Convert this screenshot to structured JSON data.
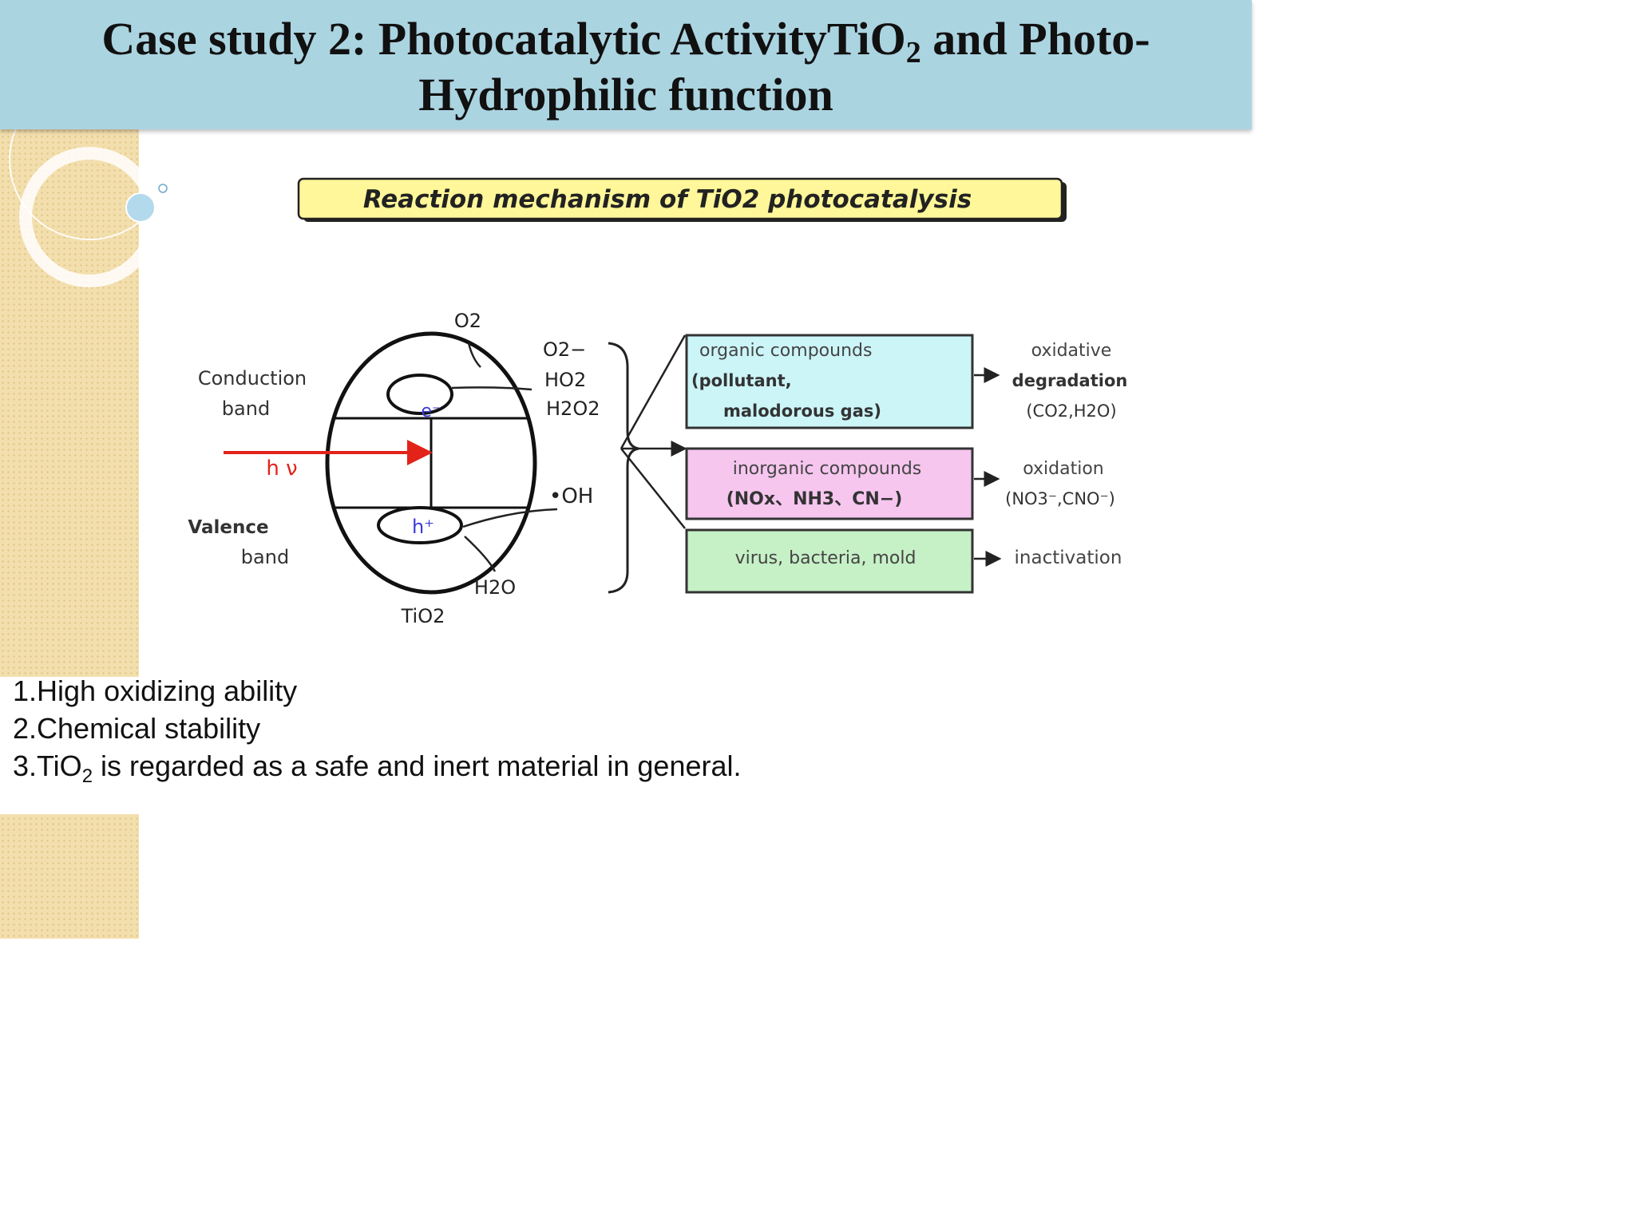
{
  "slide": {
    "title_line1_pre": "Case study 2: Photocatalytic ActivityTiO",
    "title_line1_sub": "2",
    "title_line1_post": " and Photo-",
    "title_line2": "Hydrophilic function"
  },
  "diagram": {
    "header": "Reaction mechanism of TiO2 photocatalysis",
    "conduction_band": [
      "Conduction",
      "band"
    ],
    "valence_band": [
      "Valence",
      "band"
    ],
    "light": "h ν",
    "electron": "e⁻",
    "hole": "h⁺",
    "oxygen": "O2",
    "reduced_species": [
      "O2−",
      "HO2",
      "H2O2"
    ],
    "hydroxyl": "•OH",
    "water": "H2O",
    "material": "TiO2",
    "targets": [
      {
        "lines": [
          "organic compounds",
          "(pollutant,",
          "malodorous gas)"
        ],
        "color": "#ccf5f8",
        "result": [
          "oxidative",
          "degradation",
          "(CO2,H2O)"
        ]
      },
      {
        "lines": [
          "inorganic compounds",
          "(NOx、NH3、CN−)"
        ],
        "color": "#f6c6ef",
        "result": [
          "oxidation",
          "(NO3⁻,CNO⁻)"
        ]
      },
      {
        "lines": [
          "virus, bacteria, mold"
        ],
        "color": "#c6f0c6",
        "result": [
          "inactivation"
        ]
      }
    ]
  },
  "bullets": {
    "item1": "1.High oxidizing ability",
    "item2": "2.Chemical stability",
    "item3_pre": "3.TiO",
    "item3_sub": "2",
    "item3_post": " is regarded as a safe and inert material in general."
  }
}
